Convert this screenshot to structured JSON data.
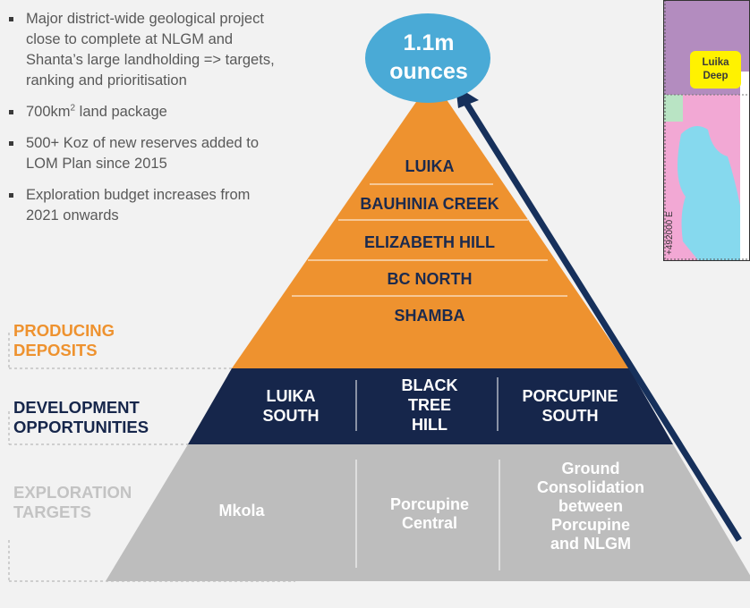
{
  "bullets": [
    {
      "text": "Major district-wide geological project close to complete at NLGM and Shanta’s large landholding => targets, ranking and prioritisation"
    },
    {
      "pre": "700km",
      "sup": "2",
      "post": " land package"
    },
    {
      "text": "500+ Koz of new reserves added to LOM Plan since 2015"
    },
    {
      "text": "Exploration  budget increases from 2021 onwards"
    }
  ],
  "side_labels": {
    "producing": [
      "PRODUCING",
      "DEPOSITS"
    ],
    "development": [
      "DEVELOPMENT",
      "OPPORTUNITIES"
    ],
    "exploration": [
      "EXPLORATION",
      "TARGETS"
    ]
  },
  "top": {
    "line1": "1.1m",
    "line2": "ounces"
  },
  "producing_deposits": [
    "LUIKA",
    "BAUHINIA CREEK",
    "ELIZABETH HILL",
    "BC NORTH",
    "SHAMBA"
  ],
  "development_opportunities": [
    [
      "LUIKA",
      "SOUTH"
    ],
    [
      "BLACK",
      "TREE",
      "HILL"
    ],
    [
      "PORCUPINE",
      "SOUTH"
    ]
  ],
  "exploration_targets": [
    [
      "Mkola"
    ],
    [
      "Porcupine",
      "Central"
    ],
    [
      "Ground",
      "Consolidation",
      "between",
      "Porcupine",
      "and NLGM"
    ]
  ],
  "map": {
    "label": [
      "Luika",
      "Deep"
    ],
    "coord": "+492000 E"
  },
  "colors": {
    "producing": "#ee922f",
    "development": "#16264b",
    "exploration": "#bdbdbd",
    "oval": "#4aaad6",
    "arrow": "#16305b",
    "producing_label": "#ee922f",
    "development_label": "#16264b",
    "exploration_label": "#c3c3c3"
  }
}
